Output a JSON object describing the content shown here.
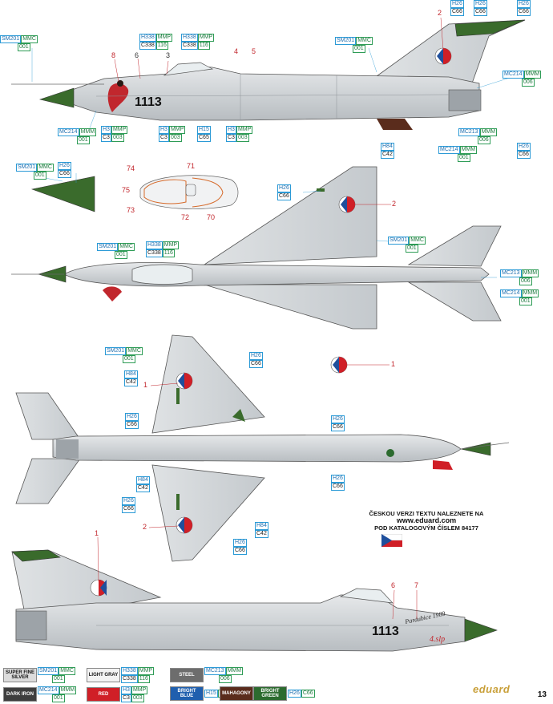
{
  "page_number": "13",
  "brand": "eduard",
  "czech_note": {
    "line1": "ČESKOU VERZI TEXTU NALEZNETE NA",
    "url": "www.eduard.com",
    "line2": "POD KATALOGOVÝM ČÍSLEM 84177"
  },
  "aircraft": {
    "serial": "1113",
    "script_text": "Pardubice 1989",
    "unit_text": "4.slp"
  },
  "callouts": {
    "side_top": [
      "2",
      "8",
      "6",
      "3",
      "4",
      "5"
    ],
    "canopy": [
      "74",
      "71",
      "75",
      "73",
      "72",
      "70"
    ],
    "top_view": [
      "2"
    ],
    "bottom_view": [
      "1",
      "1",
      "2"
    ],
    "side_bottom": [
      "1",
      "6",
      "7"
    ]
  },
  "paint_tags": {
    "sm201_mmc001": {
      "a": "SM201",
      "b": "MMC",
      "c": "001"
    },
    "h338_mmp116": {
      "a": "H338",
      "b": "MMP",
      "c1": "C338",
      "c2": "116"
    },
    "h26_c66": {
      "a": "H26",
      "b": "C66"
    },
    "mc214_mmm001": {
      "a": "MC214",
      "b": "MMM",
      "c": "001"
    },
    "mc213_mmm006": {
      "a": "MC213",
      "b": "MMM",
      "c": "006"
    },
    "h3_mmp003": {
      "a": "H3",
      "b": "MMP",
      "c1": "C3",
      "c2": "003"
    },
    "h15_c65": {
      "a": "H15",
      "b": "C65"
    },
    "h84_c42": {
      "a": "H84",
      "b": "C42"
    }
  },
  "legend": [
    {
      "name": "SUPER FINE SILVER",
      "fill": "#dcdcdc",
      "text": "#111",
      "a": "SM201",
      "b": "MMC",
      "c": "001"
    },
    {
      "name": "LIGHT GRAY",
      "fill": "#f3f3f3",
      "text": "#111",
      "a": "H338",
      "b": "MMP",
      "c1": "C338",
      "c2": "116"
    },
    {
      "name": "STEEL",
      "fill": "#6d6d6d",
      "text": "#fff",
      "a": "MC213",
      "b": "MMM",
      "c": "006"
    },
    {
      "name": "DARK IRON",
      "fill": "#3e3e3e",
      "text": "#fff",
      "a": "MC214",
      "b": "MMM",
      "c": "001"
    },
    {
      "name": "RED",
      "fill": "#d01f27",
      "text": "#fff",
      "a": "H3",
      "b": "MMP",
      "c1": "C3",
      "c2": "003"
    },
    {
      "name": "BRIGHT BLUE",
      "fill": "#1f5fae",
      "text": "#fff",
      "a": "H15",
      "b": "C65"
    },
    {
      "name": "MAHAGONY",
      "fill": "#5a2c1c",
      "text": "#fff"
    },
    {
      "name": "BRIGHT GREEN",
      "fill": "#2c6b2f",
      "text": "#fff",
      "a": "H26",
      "b": "C66"
    }
  ],
  "colors": {
    "silver": "#cfd3d6",
    "silver_dark": "#a9afb4",
    "green": "#3a6b2c",
    "red": "#d01f27",
    "blue": "#1f4f9c",
    "callout": "#c2272d",
    "tag_blue": "#2b9ad6",
    "tag_green": "#2e9c56"
  }
}
